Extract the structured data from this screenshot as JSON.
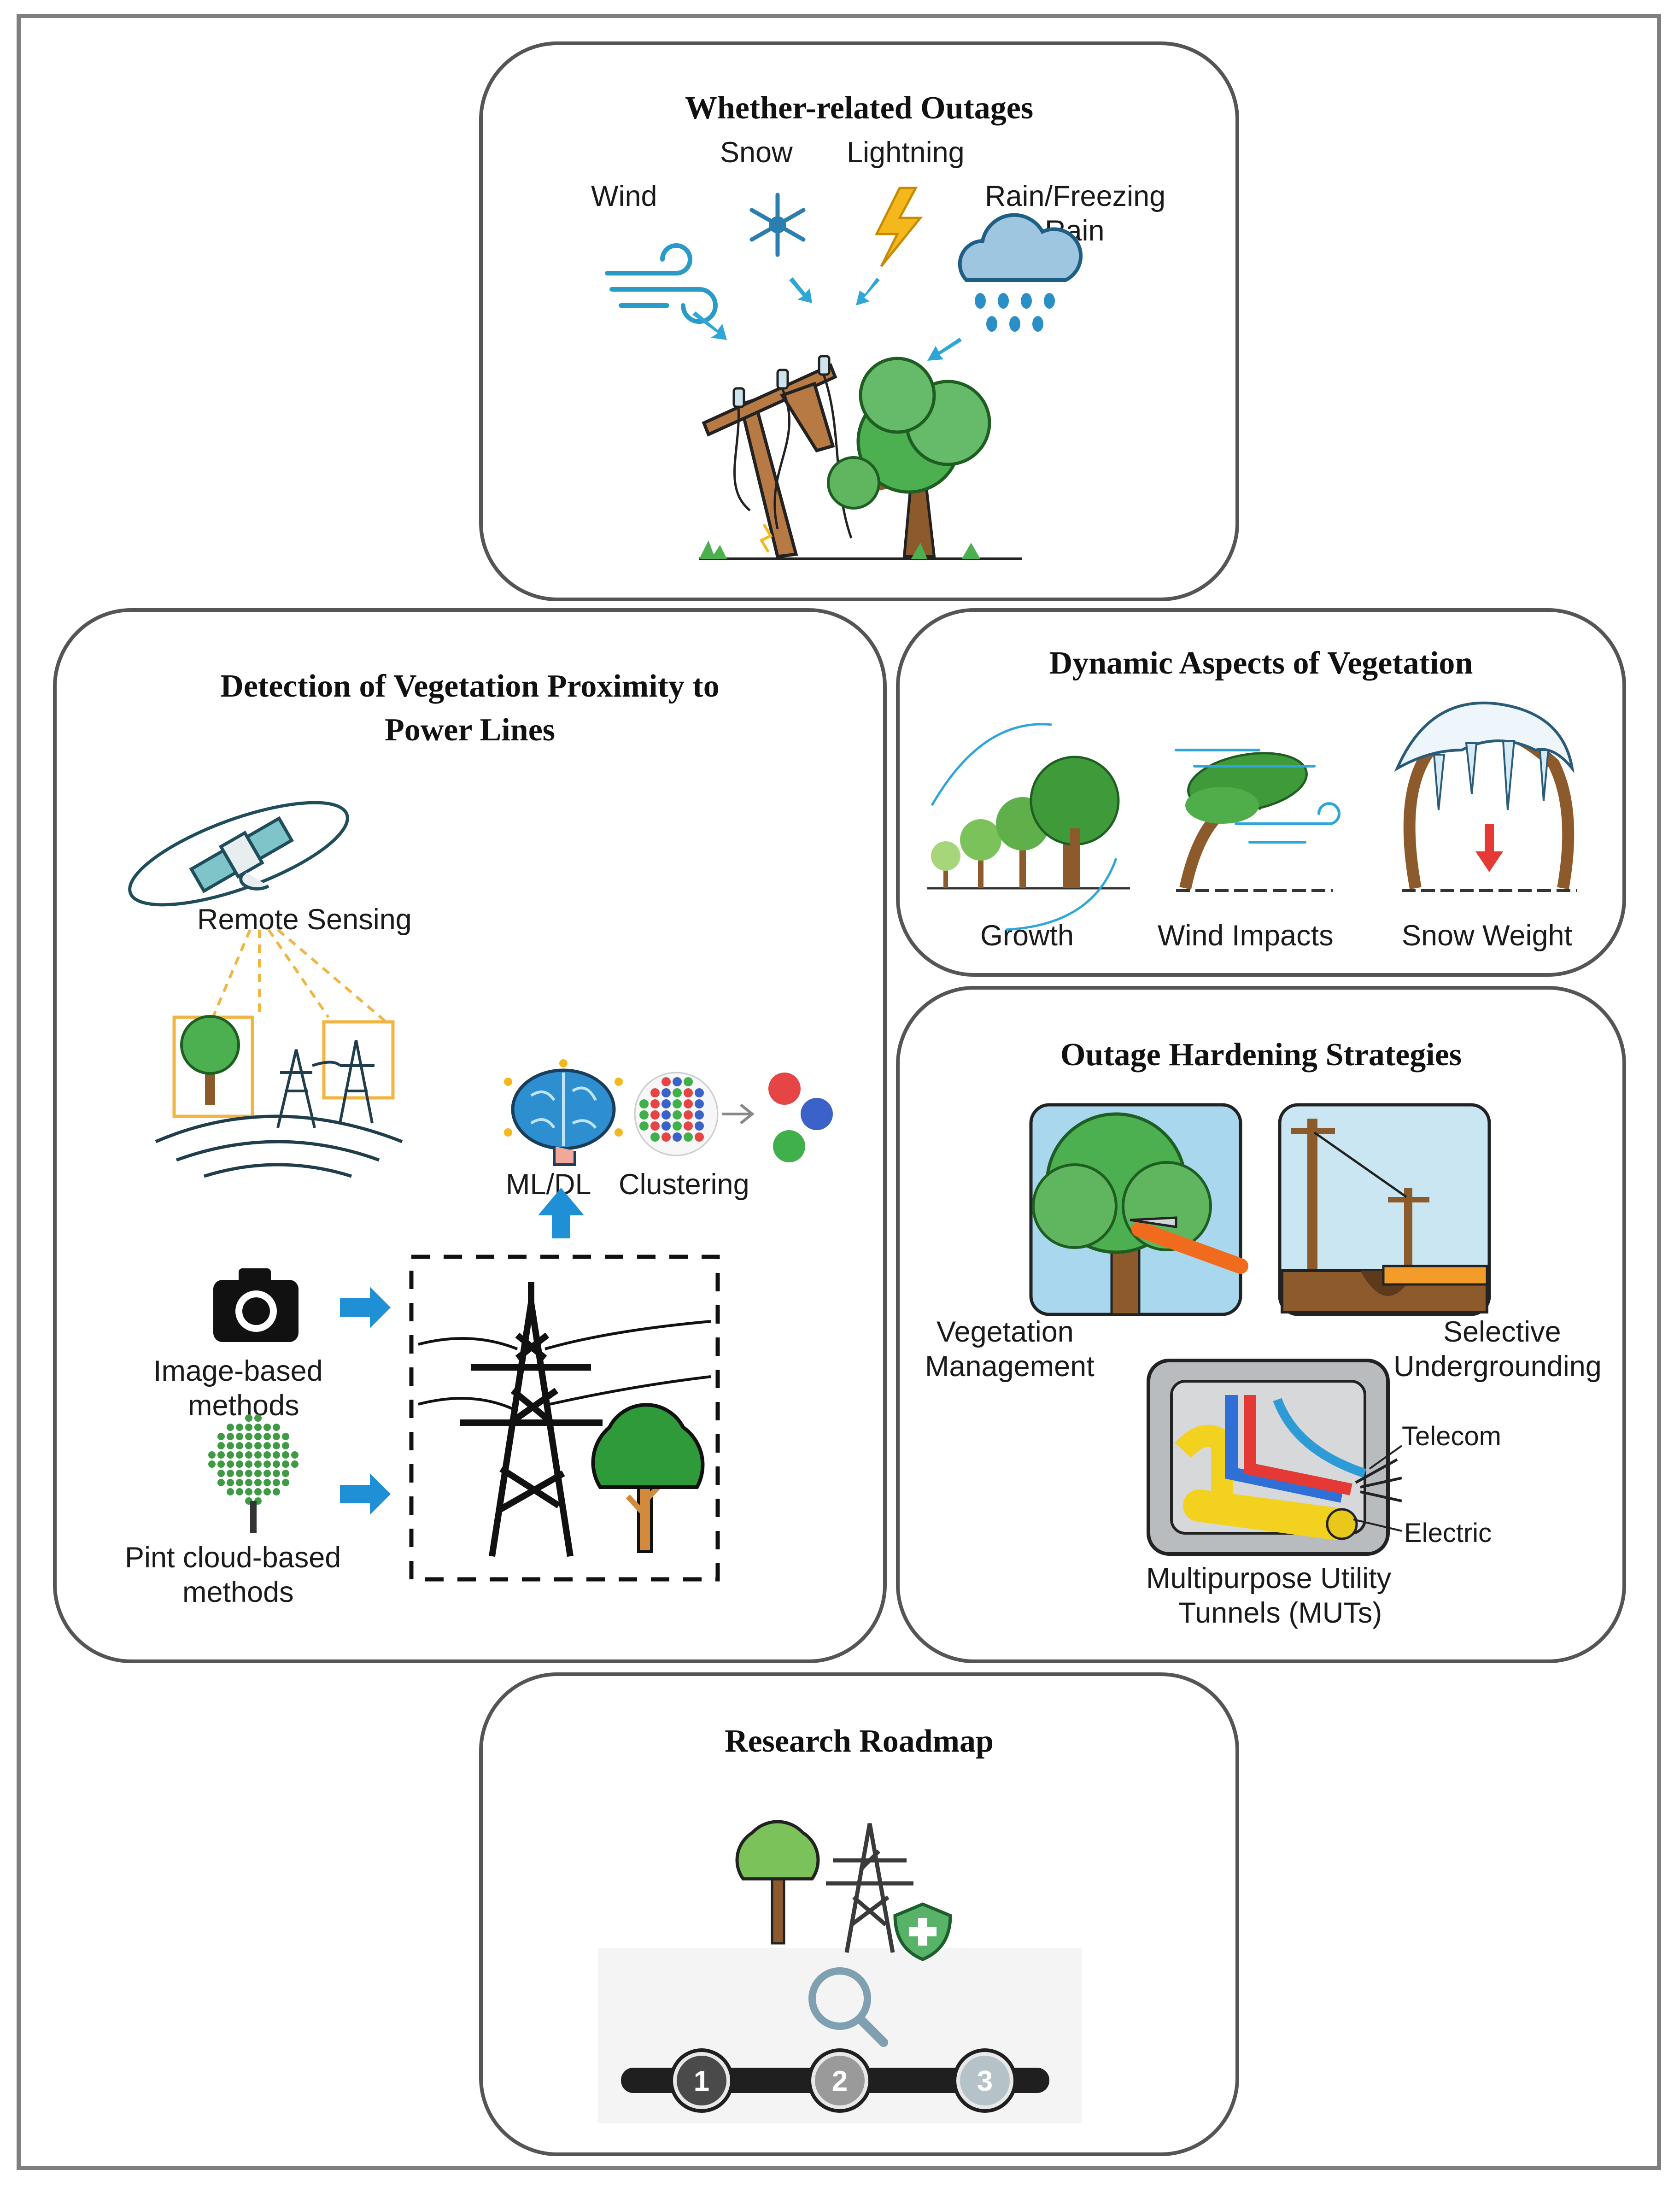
{
  "panels": {
    "weather": {
      "title": "Whether-related Outages",
      "labels": {
        "wind": "Wind",
        "snow": "Snow",
        "lightning": "Lightning",
        "rain_line1": "Rain/Freezing",
        "rain_line2": "Rain"
      }
    },
    "detection": {
      "title_line1": "Detection of Vegetation Proximity to",
      "title_line2": "Power Lines",
      "labels": {
        "remote_sensing": "Remote Sensing",
        "ml_dl": "ML/DL",
        "clustering": "Clustering",
        "image_line1": "Image-based",
        "image_line2": "methods",
        "pointcloud_line1": "Pint cloud-based",
        "pointcloud_line2": "methods"
      }
    },
    "dynamic": {
      "title": "Dynamic Aspects of Vegetation",
      "labels": {
        "growth": "Growth",
        "wind_impacts": "Wind Impacts",
        "snow_weight": "Snow Weight"
      }
    },
    "hardening": {
      "title": "Outage Hardening Strategies",
      "labels": {
        "veg_line1": "Vegetation",
        "veg_line2": "Management",
        "sel_line1": "Selective",
        "sel_line2": "Undergrounding",
        "telecom": "Telecom",
        "electric": "Electric",
        "mut_line1": "Multipurpose Utility",
        "mut_line2": "Tunnels (MUTs)"
      }
    },
    "roadmap": {
      "title": "Research Roadmap",
      "steps": [
        "1",
        "2",
        "3"
      ]
    }
  },
  "colors": {
    "arrow_blue": "#2ea7d8",
    "tree_green": "#4caf50",
    "trunk_brown": "#8d5a2b",
    "panel_border": "#555555",
    "frame_border": "#7f7f7f",
    "lightning_yellow": "#f5b81c",
    "sensing_orange": "#f0b545"
  },
  "icons": [
    "wind-icon",
    "snowflake-icon",
    "lightning-icon",
    "rain-cloud-icon",
    "broken-pole-icon",
    "satellite-icon",
    "brain-icon",
    "camera-icon",
    "point-cloud-tree-icon",
    "transmission-tower-icon",
    "shield-icon",
    "magnifier-icon"
  ]
}
